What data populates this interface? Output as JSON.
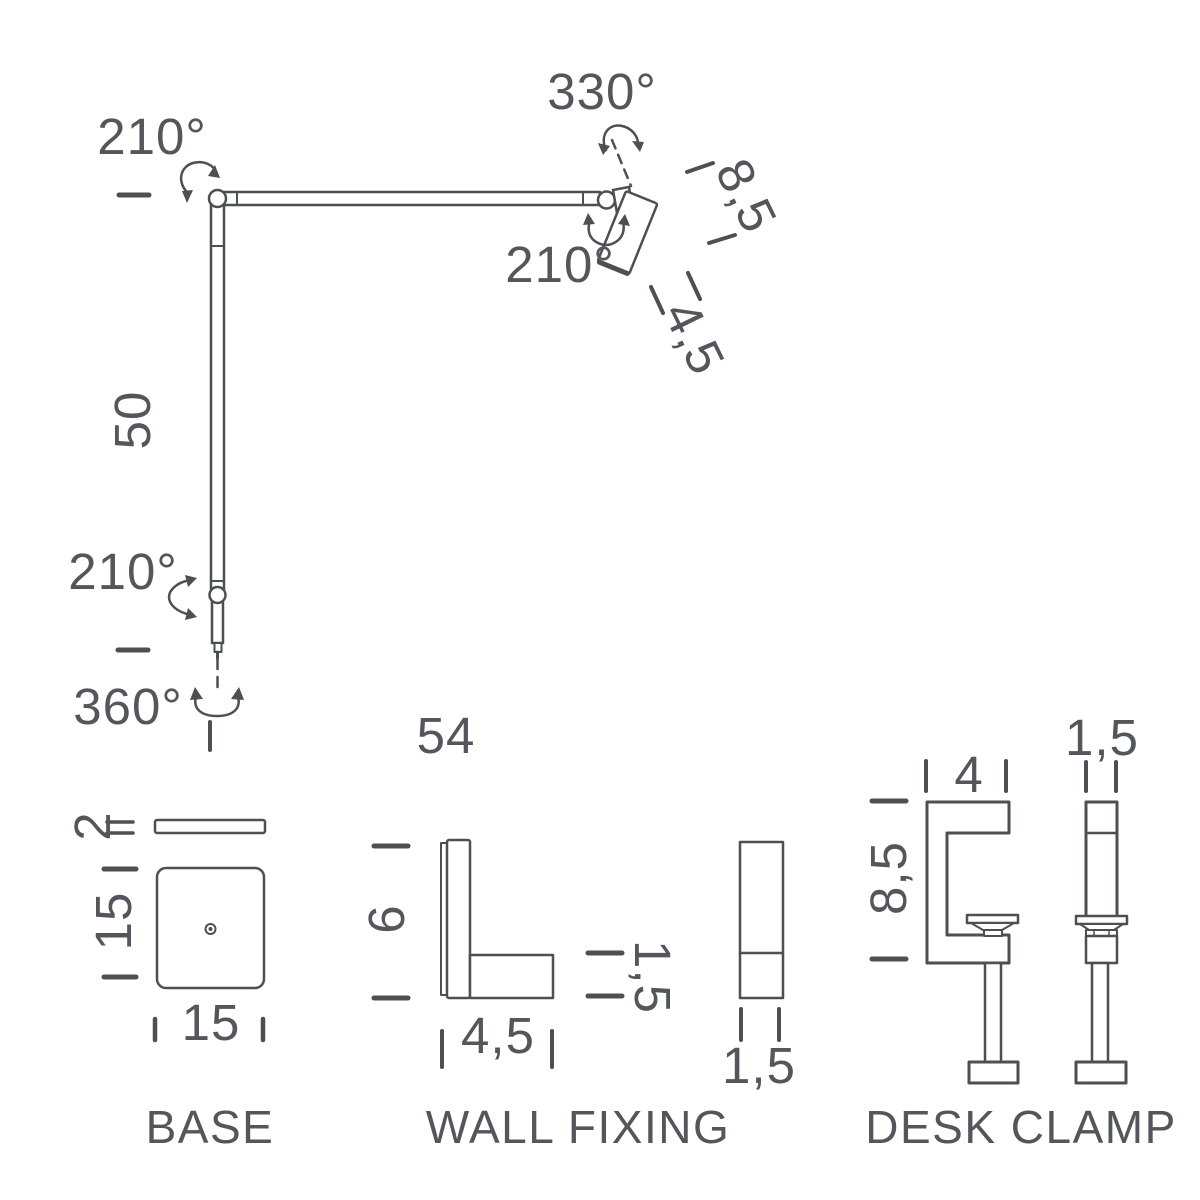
{
  "line_color": "#4d4f52",
  "text_color": "#54565b",
  "lamp": {
    "elbow_rotation": "210°",
    "head_swivel_rotation": "330°",
    "head_tilt_rotation": "210°",
    "column_joint_rotation": "210°",
    "base_rotation": "360°",
    "column_height": "50",
    "arm_length": "54",
    "head_length": "8,5",
    "head_diameter": "4,5"
  },
  "base": {
    "caption": "BASE",
    "plate_thickness": "2",
    "side_depth": "15",
    "side_width": "15"
  },
  "wall_fixing": {
    "caption": "WALL FIXING",
    "bracket_height": "6",
    "bracket_width": "4,5",
    "foot_thickness": "1,5",
    "plate_width": "1,5"
  },
  "desk_clamp": {
    "caption": "DESK CLAMP",
    "jaw_depth": "4",
    "clamp_height": "8,5",
    "plate_width": "1,5"
  }
}
